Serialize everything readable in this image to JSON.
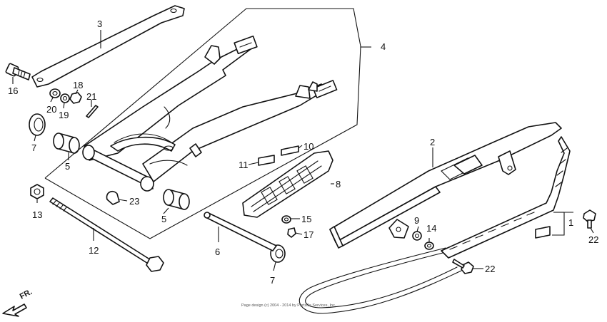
{
  "callouts": {
    "c1": "1",
    "c2": "2",
    "c3": "3",
    "c4": "4",
    "c5a": "5",
    "c5b": "5",
    "c6": "6",
    "c7a": "7",
    "c7b": "7",
    "c8": "8",
    "c9": "9",
    "c10": "10",
    "c11": "11",
    "c12": "12",
    "c13": "13",
    "c14": "14",
    "c15": "15",
    "c16": "16",
    "c17": "17",
    "c18": "18",
    "c19": "19",
    "c20": "20",
    "c21": "21",
    "c22a": "22",
    "c22b": "22",
    "c23": "23"
  },
  "direction_marker": "FR.",
  "footer": "Page design (c) 2004 - 2014 by Partzilla Services, Inc."
}
